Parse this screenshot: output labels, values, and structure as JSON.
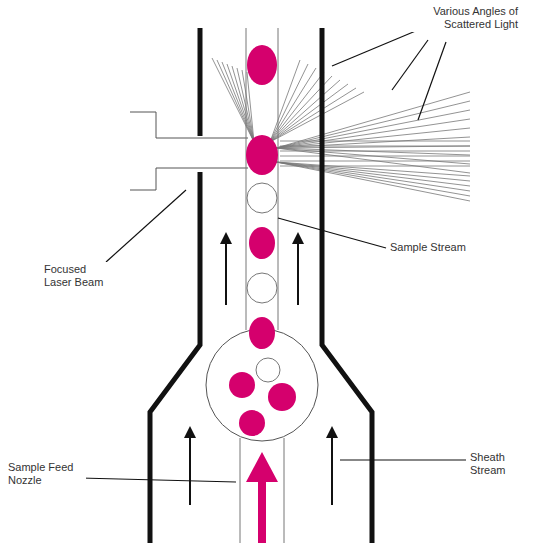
{
  "diagram": {
    "labels": [
      "Various Angles of Scattered Light",
      "Focused Laser Beam",
      "Sample Stream",
      "Sample Feed Nozzle",
      "Sheath Stream"
    ]
  }
}
